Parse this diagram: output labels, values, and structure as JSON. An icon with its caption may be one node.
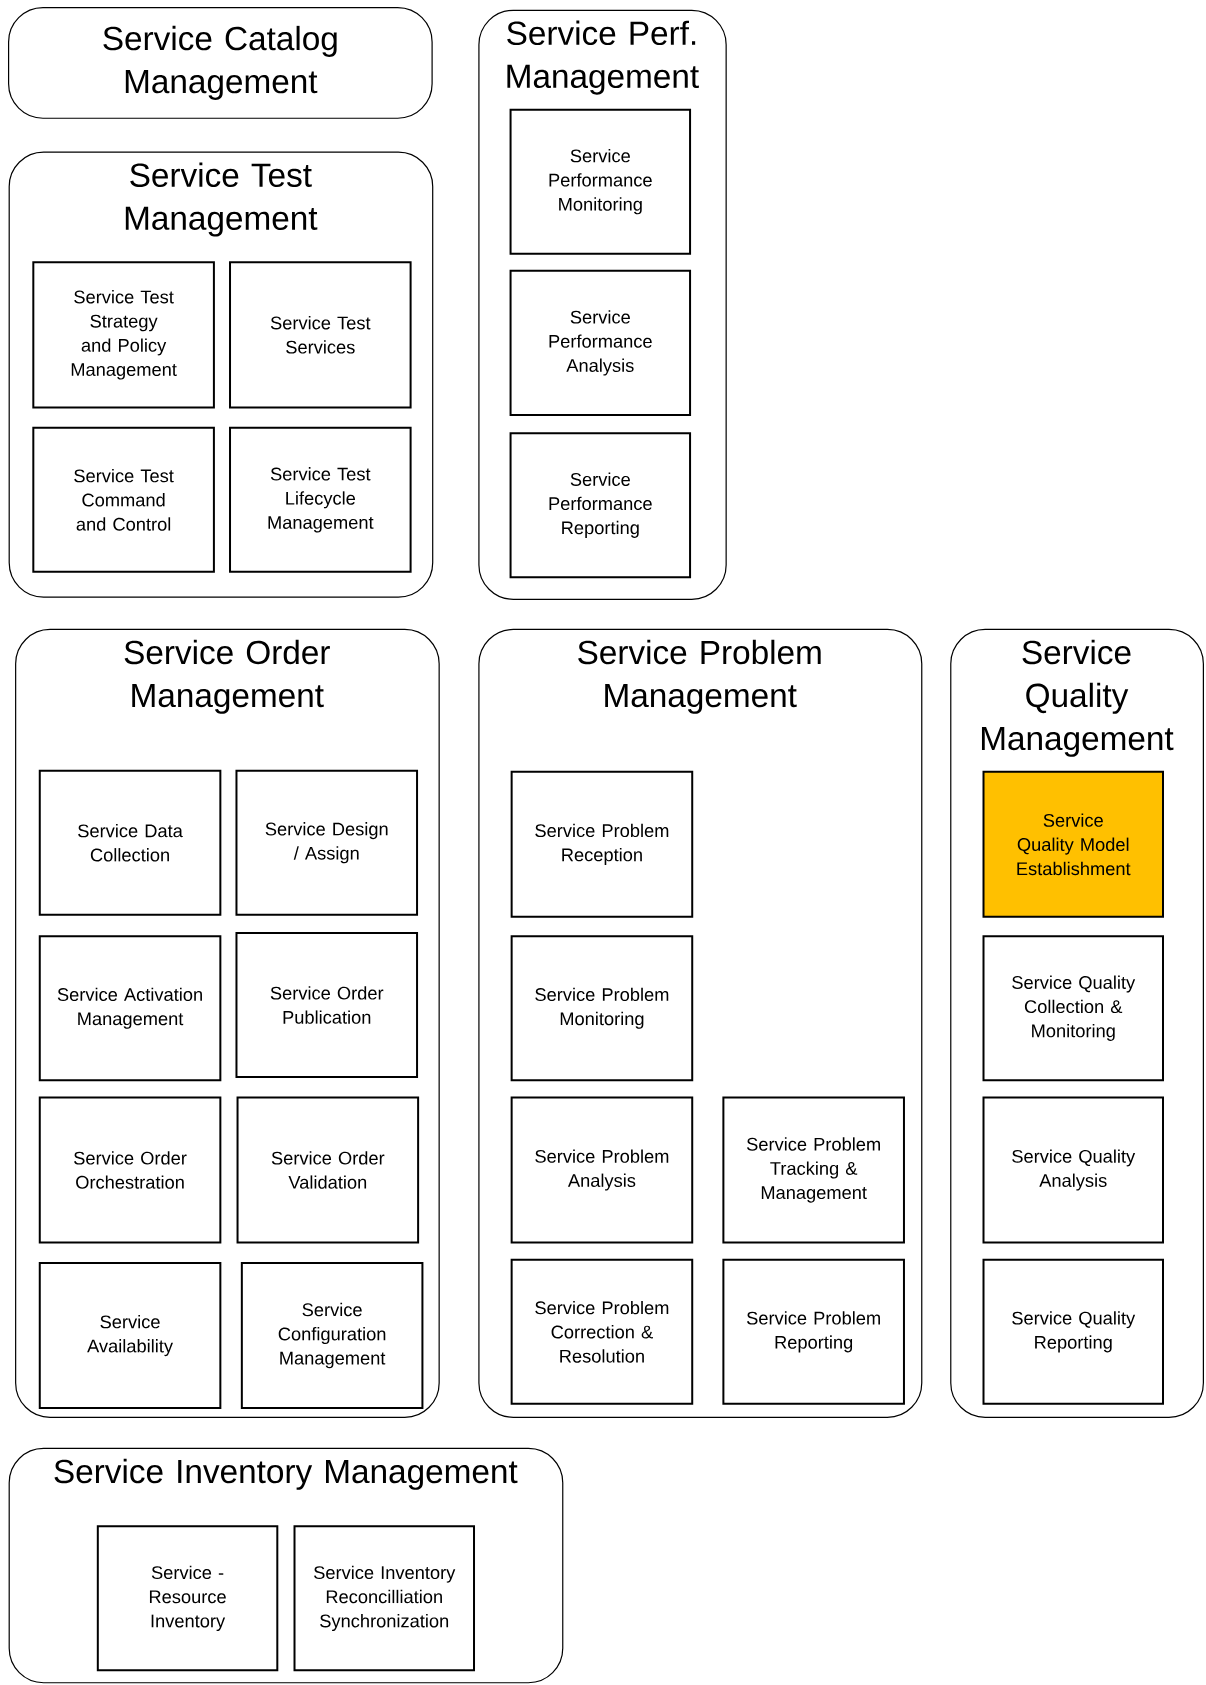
{
  "diagram": {
    "nodes": [
      {
        "text": [
          "Service Catalog Management"
        ]
      },
      {
        "text": [
          "Service Test Management"
        ]
      },
      {
        "text": [
          "Service Test Strategy and Policy Management"
        ],
        "in": 1
      },
      {
        "text": [
          "Service Test Services"
        ],
        "in": 1
      },
      {
        "text": [
          "Service Test Command and Control"
        ],
        "in": 1
      },
      {
        "text": [
          "Service Test Lifecycle Management"
        ],
        "in": 1
      },
      {
        "text": [
          "Service Perf. Management"
        ]
      },
      {
        "text": [
          "Service Performance Monitoring"
        ],
        "in": 6
      },
      {
        "text": [
          "Service Performance Analysis"
        ],
        "in": 6
      },
      {
        "text": [
          "Service Performance Reporting"
        ],
        "in": 6
      },
      {
        "text": [
          "Service Order Management"
        ]
      },
      {
        "text": [
          "Service Data Collection"
        ],
        "in": 10
      },
      {
        "text": [
          "Service Design / Assign"
        ],
        "in": 10
      },
      {
        "text": [
          "Service Activation Management"
        ],
        "in": 10
      },
      {
        "text": [
          "Service Order Publication"
        ],
        "in": 10
      },
      {
        "text": [
          "Service Order Orchestration"
        ],
        "in": 10
      },
      {
        "text": [
          "Service Order Validation"
        ],
        "in": 10
      },
      {
        "text": [
          "Service Availability"
        ],
        "in": 10
      },
      {
        "text": [
          "Service Configuration Management"
        ],
        "in": 10
      },
      {
        "text": [
          "Service Problem Management"
        ]
      },
      {
        "text": [
          "Service Problem Reception"
        ],
        "in": 19
      },
      {
        "text": [
          "Service Problem Monitoring"
        ],
        "in": 19
      },
      {
        "text": [
          "Service Problem Analysis"
        ],
        "in": 19
      },
      {
        "text": [
          "Service Problem Tracking & Management"
        ],
        "in": 19
      },
      {
        "text": [
          "Service Problem Correction & Resolution"
        ],
        "in": 19
      },
      {
        "text": [
          "Service Problem Reporting"
        ],
        "in": 19
      },
      {
        "text": [
          "Service Quality Management"
        ]
      },
      {
        "text": [
          "Service Quality Model Establishment"
        ],
        "in": 26
      },
      {
        "text": [
          "Service Quality Collection & Monitoring"
        ],
        "in": 26
      },
      {
        "text": [
          "Service Quality Analysis"
        ],
        "in": 26
      },
      {
        "text": [
          "Service Quality Reporting"
        ],
        "in": 26
      },
      {
        "text": [
          "Service Inventory Management"
        ]
      },
      {
        "text": [
          "Service - Resource Inventory"
        ],
        "in": 31
      },
      {
        "text": [
          "Service Inventory Reconcilliation Synchronization"
        ],
        "in": 31
      }
    ]
  }
}
